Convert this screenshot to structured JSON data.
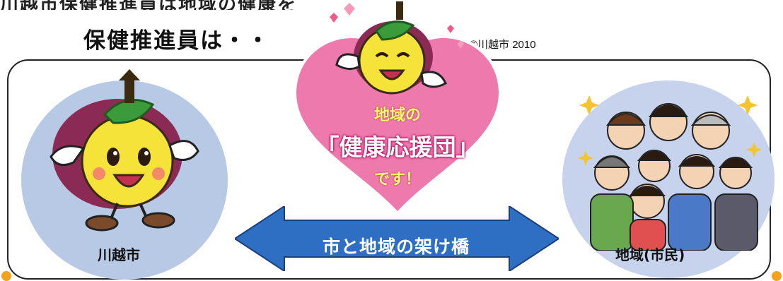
{
  "top_fragment": "川越市保健推進員は地域の健康を",
  "title": "保健推進員は・・",
  "copyright": "©川越市 2010",
  "heart": {
    "line1": "地域の",
    "line2": "「健康応援団」",
    "line3": "です！"
  },
  "left_circle": {
    "label": "川越市"
  },
  "right_circle": {
    "label": "地域(市民)"
  },
  "arrow": {
    "label": "市と地域の架け橋"
  },
  "colors": {
    "heart": "#ee79ac",
    "circle": "#b8c9e6",
    "arrow": "#2e6fc4",
    "mascot_face": "#f6e33a",
    "mascot_skin": "#8a2a55"
  }
}
